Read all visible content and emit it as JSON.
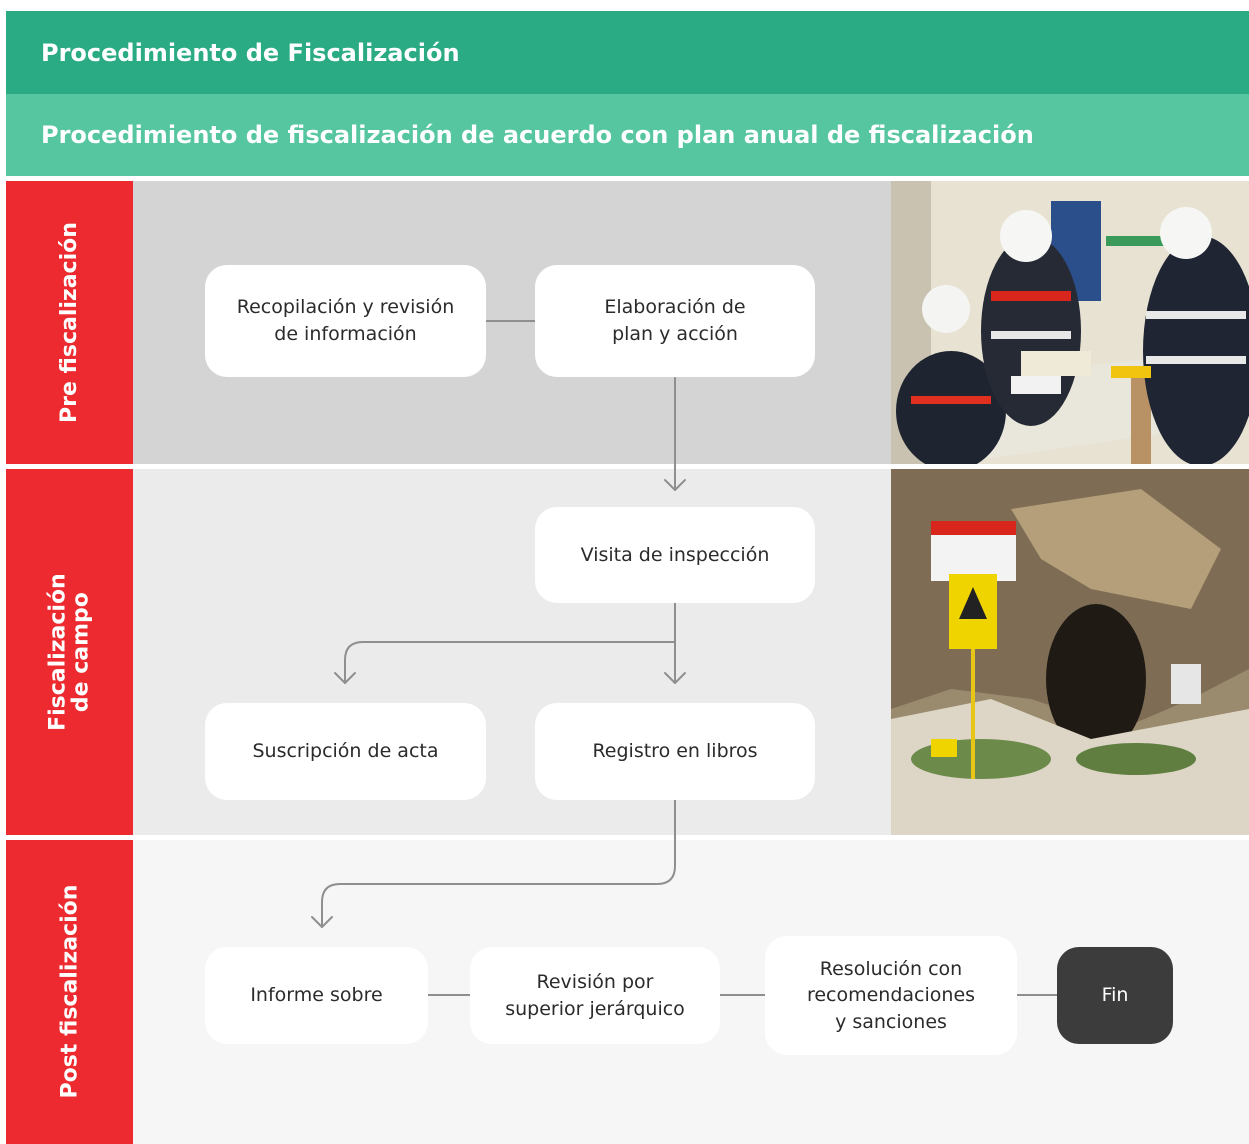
{
  "header": {
    "title": "Procedimiento de Fiscalización",
    "subtitle": "Procedimiento de fiscalización de acuerdo con plan anual de fiscalización"
  },
  "stages": [
    {
      "label": "Pre fiscalización"
    },
    {
      "label": "Fiscalización\nde campo"
    },
    {
      "label": "Post fiscalización"
    }
  ],
  "steps": {
    "recopilacion": "Recopilación y revisión\nde información",
    "elaboracion": "Elaboración de\nplan y acción",
    "visita": "Visita de inspección",
    "suscripcion": "Suscripción de acta",
    "registro": "Registro en libros",
    "informe": "Informe sobre",
    "revision": "Revisión por\nsuperior jerárquico",
    "resolucion": "Resolución con\nrecomendaciones\ny sanciones",
    "fin": "Fin"
  },
  "colors": {
    "header_dark": "#2aab84",
    "header_light": "#55c6a0",
    "stage_red": "#ec2a2f",
    "end_box": "#3c3c3c"
  }
}
